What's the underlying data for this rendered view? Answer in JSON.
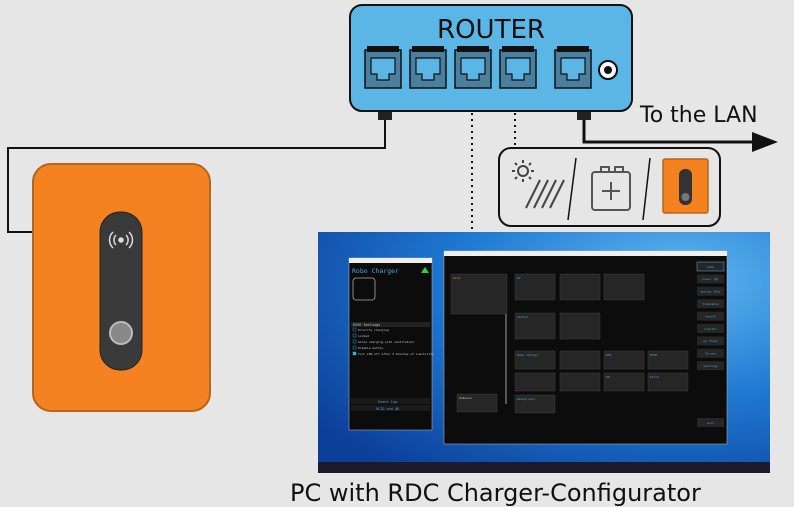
{
  "router": {
    "label": "ROUTER"
  },
  "lan": {
    "label": "To the LAN"
  },
  "caption": "PC with RDC Charger-Configurator",
  "icons": [
    "sun-pv-icon",
    "battery-icon",
    "charger-icon"
  ],
  "colors": {
    "router": "#5bb6e6",
    "charger": "#f58220",
    "background": "#e6e6e6"
  },
  "screen": {
    "small_window": {
      "title": "Robo Charger",
      "section": "EVSE Settings",
      "checkboxes": [
        "Priority charging",
        "Locked",
        "Allow charging with ventilation",
        "Disable button",
        "Turn LED off after 5 minutes of inactivity"
      ],
      "buttons": [
        "Event log",
        "RCID and QR"
      ]
    },
    "main_window": {
      "nodes": [
        "Grid",
        "PV",
        "eStore",
        "Robo Charger",
        "EMS",
        "EVSE",
        "HP",
        "Extra",
        "Unknown",
        "Background"
      ],
      "menu": [
        "home",
        "power [W]",
        "energy [Wh]",
        "timetable",
        "tariff",
        "limiter",
        "ev fleet",
        "IO mon",
        "settings",
        "exit"
      ]
    }
  }
}
